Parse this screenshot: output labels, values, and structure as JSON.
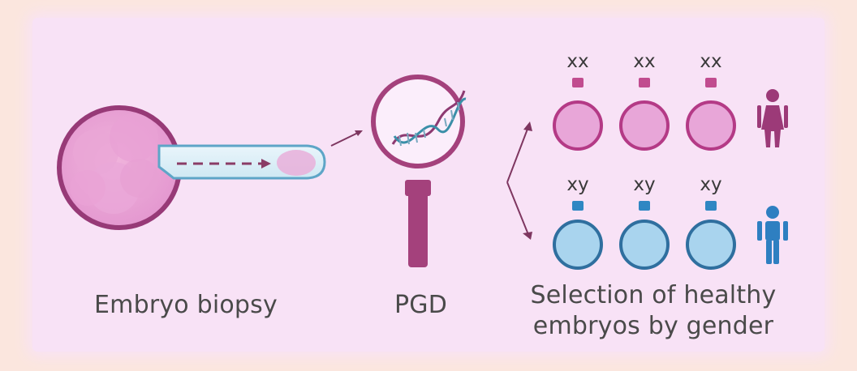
{
  "steps": {
    "biopsy": {
      "label": "Embryo biopsy"
    },
    "pgd": {
      "label": "PGD"
    },
    "selection": {
      "label_line1": "Selection of healthy",
      "label_line2": "embryos by gender"
    }
  },
  "groups": {
    "female": {
      "chromosome_label": "xx",
      "count": 3,
      "color": "#d65bb4",
      "fill": "#e8a6d8",
      "icon": "female-person-icon",
      "icon_color": "#9c3a78"
    },
    "male": {
      "chromosome_label": "xy",
      "count": 3,
      "color": "#3a7fb1",
      "fill": "#a9d4ee",
      "icon": "male-person-icon",
      "icon_color": "#2e7fc1"
    }
  },
  "colors": {
    "embryo_outline": "#973a77",
    "magnifier": "#a4417c",
    "arrow": "#7e3660"
  }
}
